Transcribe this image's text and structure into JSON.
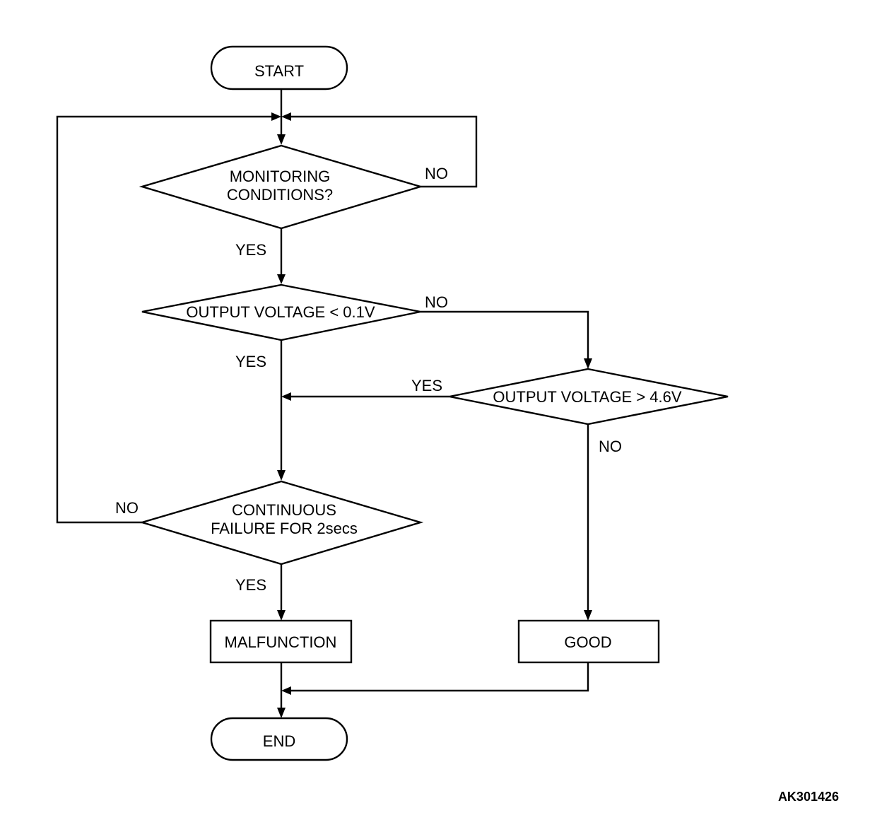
{
  "nodes": {
    "start": "START",
    "monitoring": [
      "MONITORING",
      "CONDITIONS?"
    ],
    "low_voltage": "OUTPUT VOLTAGE < 0.1V",
    "high_voltage": "OUTPUT VOLTAGE > 4.6V",
    "continuous": [
      "CONTINUOUS",
      "FAILURE FOR 2secs"
    ],
    "malfunction": "MALFUNCTION",
    "good": "GOOD",
    "end": "END"
  },
  "edge_labels": {
    "monitoring_no": "NO",
    "monitoring_yes": "YES",
    "low_voltage_no": "NO",
    "low_voltage_yes": "YES",
    "high_voltage_yes": "YES",
    "high_voltage_no": "NO",
    "continuous_no": "NO",
    "continuous_yes": "YES"
  },
  "reference_code": "AK301426"
}
